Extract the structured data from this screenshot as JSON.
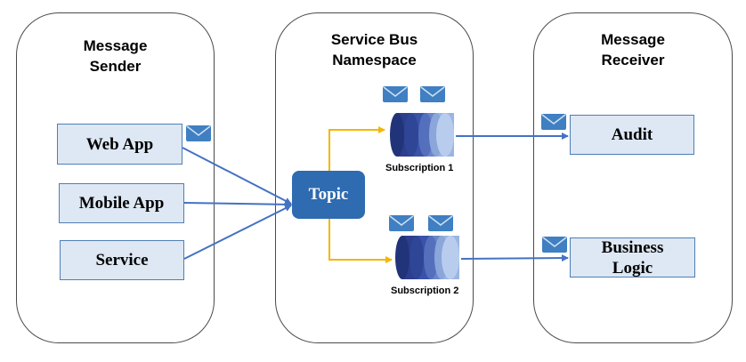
{
  "columns": {
    "sender": {
      "title_line1": "Message",
      "title_line2": "Sender"
    },
    "namespace": {
      "title_line1": "Service Bus",
      "title_line2": "Namespace"
    },
    "receiver": {
      "title_line1": "Message",
      "title_line2": "Receiver"
    }
  },
  "senders": [
    "Web App",
    "Mobile App",
    "Service"
  ],
  "topic": {
    "label": "Topic"
  },
  "subscriptions": [
    "Subscription 1",
    "Subscription 2"
  ],
  "receivers": {
    "audit": "Audit",
    "business_line1": "Business",
    "business_line2": "Logic"
  },
  "colors": {
    "connector_blue": "#4472c4",
    "connector_gold": "#f2b705",
    "topic_fill": "#2e6bb0",
    "box_fill": "#dde8f4",
    "box_border": "#4f7fb3",
    "envelope": "#3f7fc2"
  },
  "icons": [
    "envelope-icon",
    "queue-cylinder-icon"
  ]
}
